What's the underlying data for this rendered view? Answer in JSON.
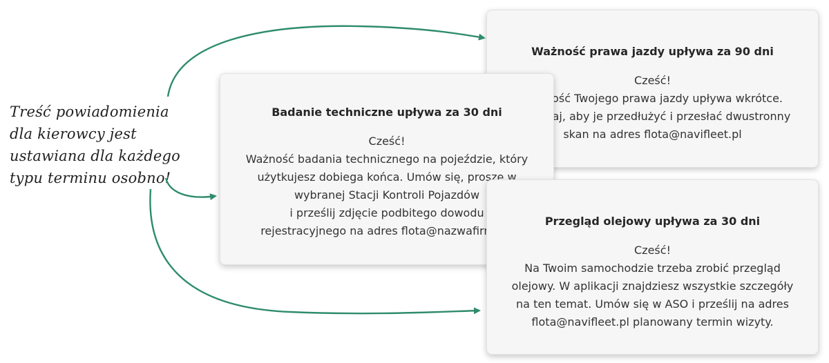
{
  "note": {
    "lines": [
      "Treść powiadomienia",
      "dla kierowcy jest",
      "ustawiana dla każdego",
      "typu terminu osobno!"
    ]
  },
  "cards": {
    "license": {
      "title": "Ważność prawa jazdy upływa za 90 dni",
      "lines": [
        "Cześć!",
        "Ważność Twojego prawa jazdy upływa wkrótce.",
        "Pamiętaj, aby je przedłużyć i przesłać dwustronny",
        "skan na adres flota@navifleet.pl"
      ]
    },
    "technical": {
      "title": "Badanie techniczne upływa za 30 dni",
      "lines": [
        "Cześć!",
        "Ważność badania technicznego na pojeździe, który",
        "użytkujesz dobiega końca. Umów się, proszę w",
        "wybranej Stacji Kontroli Pojazdów",
        "i prześlij zdjęcie podbitego dowodu",
        "rejestracyjnego na adres flota@nazwafirmy.pl"
      ]
    },
    "oil": {
      "title": "Przegląd olejowy upływa za 30 dni",
      "lines": [
        "Cześć!",
        "Na Twoim samochodzie trzeba zrobić przegląd",
        "olejowy. W aplikacji znajdziesz wszystkie szczegóły",
        "na ten temat. Umów się w ASO i prześlij na adres",
        "flota@navifleet.pl planowany termin wizyty."
      ]
    }
  },
  "colors": {
    "arrow": "#2e8b6e",
    "card_bg": "#f6f6f6"
  }
}
